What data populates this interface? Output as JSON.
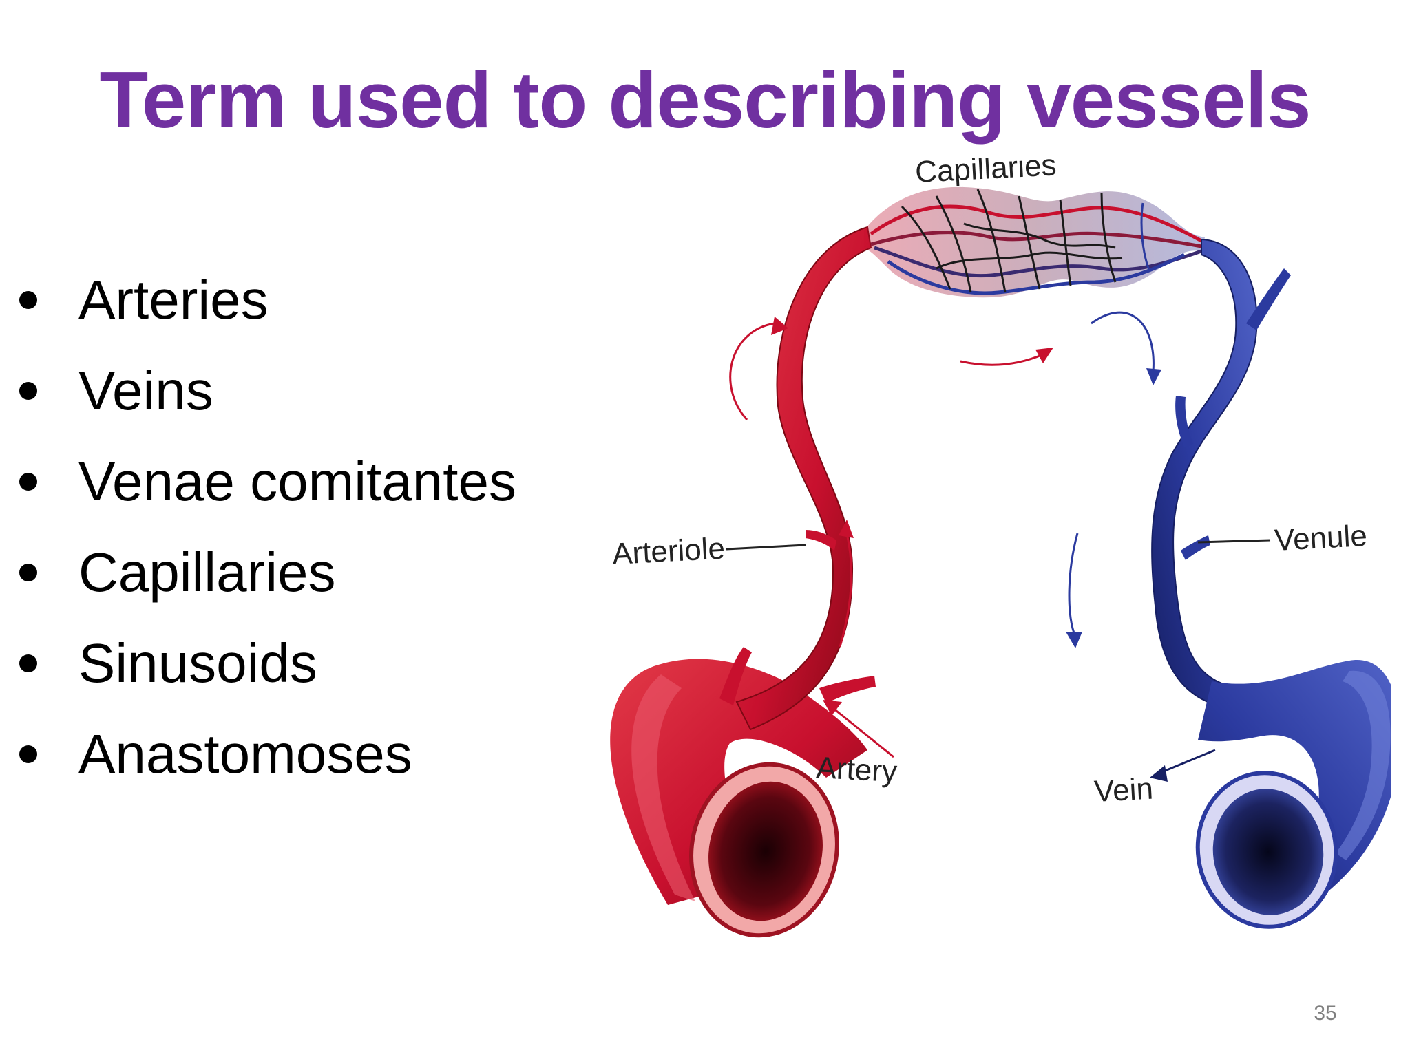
{
  "slide": {
    "title": "Term used to describing vessels",
    "title_color": "#7030a0",
    "page_number": "35"
  },
  "bullets": [
    "Arteries",
    "Veins",
    "Venae comitantes",
    "Capillaries",
    "Sinusoids",
    "Anastomoses"
  ],
  "diagram": {
    "labels": {
      "capillaries": "Capillaries",
      "arteriole": "Arteriole",
      "venule": "Venule",
      "artery": "Artery",
      "vein": "Vein"
    },
    "colors": {
      "artery": "#c8102e",
      "artery_dark": "#8b0a16",
      "vein": "#2b3a9f",
      "vein_dark": "#161f63",
      "capillary_mesh": "#1a1a1a"
    }
  }
}
